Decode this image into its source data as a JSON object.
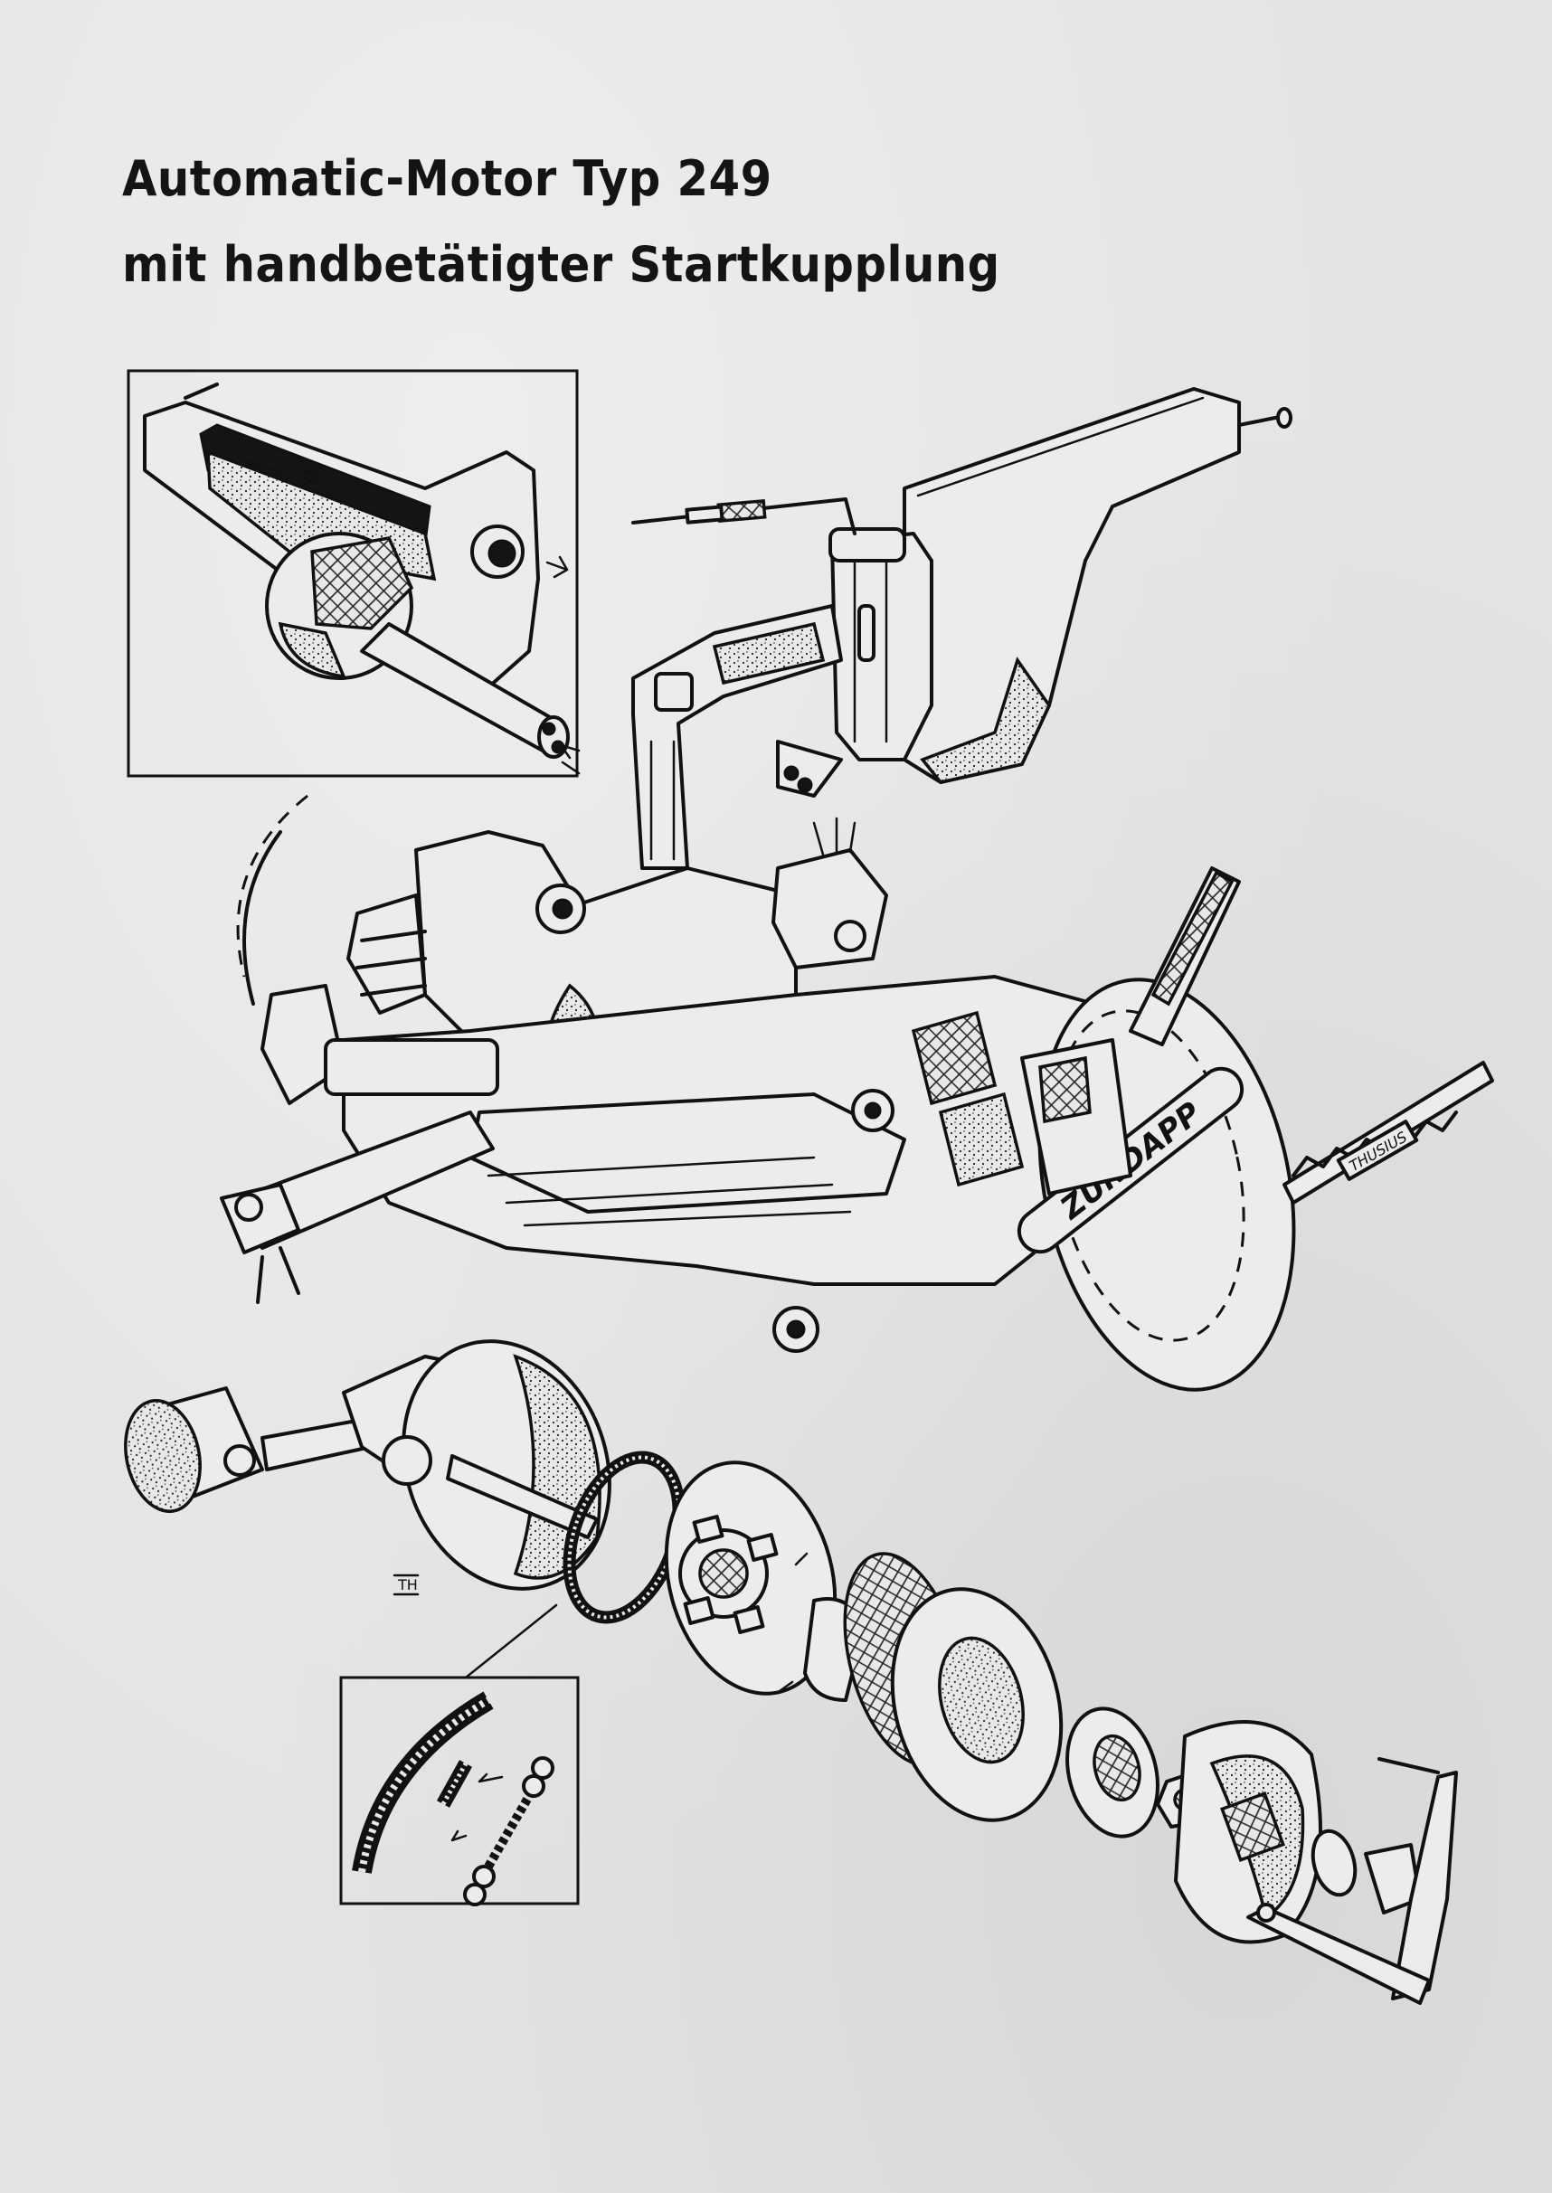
{
  "page": {
    "title_line_1": "Automatic-Motor Typ 249",
    "title_line_2": "mit handbetätigter Startkupplung"
  },
  "illustration": {
    "engine_brand_logo": "ZÜNDAPP",
    "illustrator_signature_main": "THUSIUS",
    "illustrator_signature_exploded": "TH",
    "components": [
      "air-filter-cutaway-inset",
      "fuel-tank",
      "carburetor",
      "throttle-cable",
      "intake-pipe",
      "cylinder",
      "ignition-coil",
      "kickstart-lever",
      "crankcase",
      "flywheel-cover",
      "drive-chain",
      "piston",
      "crankshaft",
      "clutch-spring",
      "clutch-hub",
      "clutch-plates",
      "clutch-drum",
      "start-clutch-lever",
      "spring-detail-inset"
    ]
  },
  "colors": {
    "paper": "#e4e4e2",
    "ink": "#111111"
  }
}
